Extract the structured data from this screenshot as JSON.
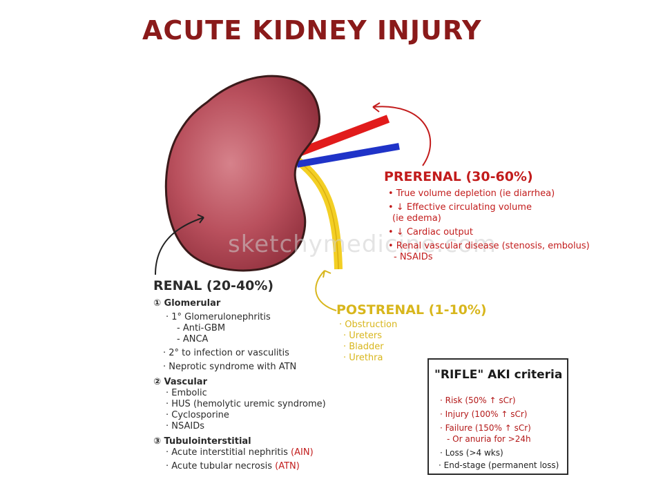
{
  "title": "ACUTE KIDNEY INJURY",
  "watermark": "sketchymedicine.com",
  "prerenal": {
    "heading": "PRERENAL (30-60%)",
    "items": [
      "• True volume depletion (ie diarrhea)",
      "• ↓ Effective circulating volume",
      "(ie edema)",
      "• ↓ Cardiac output",
      "• Renal vascular disease (stenosis, embolus)",
      "- NSAIDs"
    ]
  },
  "renal": {
    "heading": "RENAL (20-40%)",
    "glomerular": "① Glomerular",
    "g_items": [
      "· 1° Glomerulonephritis",
      "- Anti-GBM",
      "- ANCA",
      "· 2° to infection or vasculitis",
      "· Neprotic syndrome with ATN"
    ],
    "vascular": "② Vascular",
    "v_items": [
      "· Embolic",
      "· HUS (hemolytic uremic syndrome)",
      "· Cyclosporine",
      "· NSAIDs"
    ],
    "tubulo": "③ Tubulointerstitial",
    "t_items": [
      {
        "text": "· Acute interstitial nephritis ",
        "abbr": "(AIN)"
      },
      {
        "text": "· Acute tubular necrosis ",
        "abbr": "(ATN)"
      }
    ]
  },
  "postrenal": {
    "heading": "POSTRENAL (1-10%)",
    "items": [
      "· Obstruction",
      "· Ureters",
      "· Bladder",
      "· Urethra"
    ]
  },
  "rifle": {
    "title": "\"RIFLE\" AKI criteria",
    "red_items": [
      "· Risk (50% ↑ sCr)",
      "· Injury (100% ↑ sCr)",
      "· Failure (150% ↑ sCr)",
      "- Or anuria for >24h"
    ],
    "black_items": [
      "· Loss (>4 wks)",
      "· End-stage (permanent loss)"
    ]
  },
  "colors": {
    "title": "#8a1a1a",
    "kidney": "#b54a57",
    "artery": "#e11b1b",
    "vein": "#1f33c8",
    "ureter": "#f3cf24",
    "prerenal": "#c21b1b",
    "postrenal": "#d8b61c"
  }
}
